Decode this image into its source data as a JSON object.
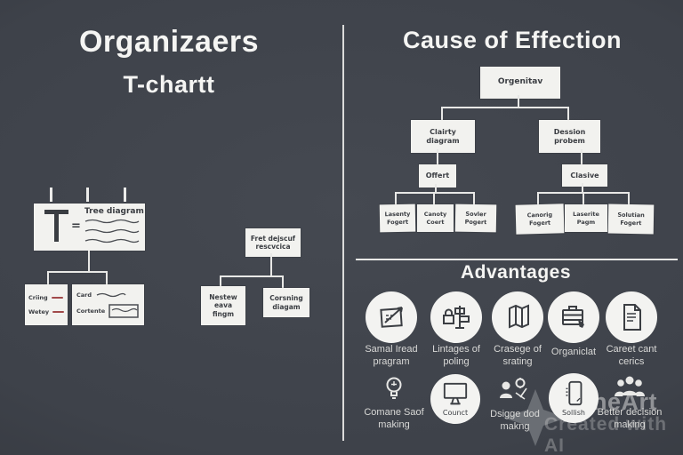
{
  "page": {
    "bg": "#3f434a",
    "box_bg": "#f2f2ef",
    "line_color": "#e8e8e6",
    "text_dark": "#3a3d42",
    "label_color": "#d9d9d7",
    "accent_red": "#a14a4a"
  },
  "left": {
    "title": "Organizaers",
    "subtitle": "T-chartt",
    "tchart": {
      "t_glyph": "T",
      "equals": "=",
      "heading": "Tree diagram",
      "left_box": {
        "row1": "Criing",
        "row2": "Wetey"
      },
      "right_box": {
        "row1": "Card",
        "row2": "Cortente"
      }
    },
    "tree": {
      "root": "Fret dejscuf rescvcica",
      "child1": "Nestew eava fingm",
      "child2": "Corsning diagam"
    }
  },
  "right": {
    "title": "Cause of Effection",
    "org": {
      "root": "Orgenitav",
      "l2_left": "Clairty diagram",
      "l2_right": "Dession probem",
      "l3_left": "Offert",
      "l3_right": "Clasive",
      "leaf1": "Lasenty Fogert",
      "leaf2": "Canoty Coert",
      "leaf3": "Sovler Pogert",
      "leaf4": "Canorig Fogert",
      "leaf5": "Laserite Pagm",
      "leaf6": "Solutian Fogert"
    },
    "advantages": {
      "heading": "Advantages",
      "items_row1": [
        {
          "icon": "flipchart-arrow-icon",
          "label": "Samal Iread pragram"
        },
        {
          "icon": "lock-signpost-icon",
          "label": "Lintages of poling"
        },
        {
          "icon": "folded-map-icon",
          "label": "Crasege of srating"
        },
        {
          "icon": "briefcase-pencil-icon",
          "label": "Organiclat"
        },
        {
          "icon": "document-icon",
          "label": "Careet cant cerics"
        }
      ],
      "items_row2": [
        {
          "icon": "lightbulb-icon",
          "label": "Comane Saof making"
        },
        {
          "icon": "monitor-icon",
          "label": "Counct"
        },
        {
          "icon": "people-gear-icon",
          "label": "Dsigge dod makng"
        },
        {
          "icon": "smartphone-icon",
          "label": "Sollish"
        },
        {
          "icon": "people-group-icon",
          "label": "Better decision making"
        }
      ]
    }
  },
  "watermark": {
    "brand": "gineArt",
    "tagline": "Created with AI"
  }
}
